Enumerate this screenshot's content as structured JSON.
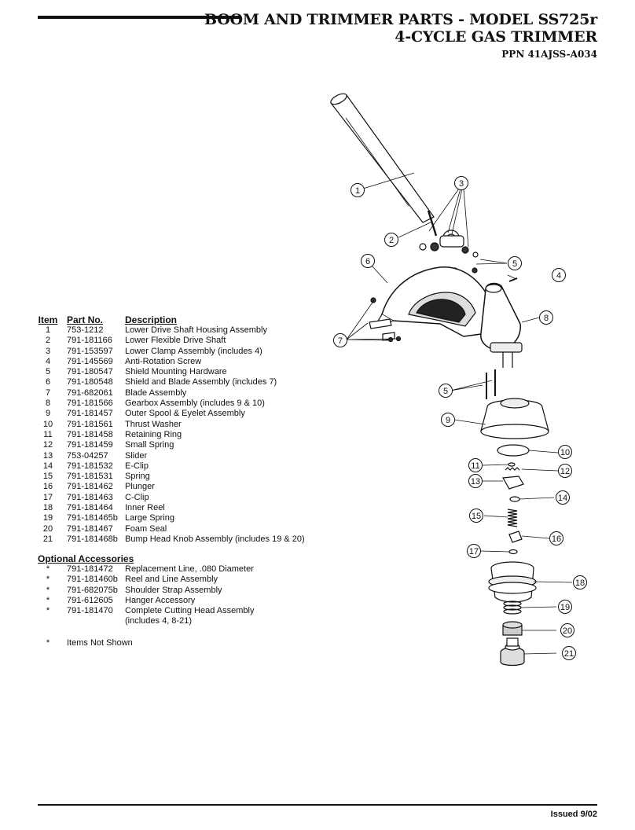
{
  "header": {
    "title_line1": "BOOM AND TRIMMER PARTS - MODEL SS725r",
    "title_line2": "4-CYCLE GAS TRIMMER",
    "ppn": "PPN  41AJSS-A034"
  },
  "parts_table": {
    "col_item": "Item",
    "col_part": "Part No.",
    "col_desc": "Description",
    "rows": [
      {
        "item": "1",
        "part": "753-1212",
        "desc": "Lower Drive Shaft Housing Assembly"
      },
      {
        "item": "2",
        "part": "791-181166",
        "desc": "Lower Flexible Drive Shaft"
      },
      {
        "item": "3",
        "part": "791-153597",
        "desc": "Lower Clamp Assembly (includes 4)"
      },
      {
        "item": "4",
        "part": "791-145569",
        "desc": "Anti-Rotation Screw"
      },
      {
        "item": "5",
        "part": "791-180547",
        "desc": "Shield Mounting Hardware"
      },
      {
        "item": "6",
        "part": "791-180548",
        "desc": "Shield and Blade Assembly (includes 7)"
      },
      {
        "item": "7",
        "part": "791-682061",
        "desc": "Blade Assembly"
      },
      {
        "item": "8",
        "part": "791-181566",
        "desc": "Gearbox Assembly (includes 9 & 10)"
      },
      {
        "item": "9",
        "part": "791-181457",
        "desc": "Outer Spool & Eyelet Assembly"
      },
      {
        "item": "10",
        "part": "791-181561",
        "desc": "Thrust Washer"
      },
      {
        "item": "11",
        "part": "791-181458",
        "desc": "Retaining Ring"
      },
      {
        "item": "12",
        "part": "791-181459",
        "desc": "Small Spring"
      },
      {
        "item": "13",
        "part": "753-04257",
        "desc": "Slider"
      },
      {
        "item": "14",
        "part": "791-181532",
        "desc": "E-Clip"
      },
      {
        "item": "15",
        "part": "791-181531",
        "desc": "Spring"
      },
      {
        "item": "16",
        "part": "791-181462",
        "desc": "Plunger"
      },
      {
        "item": "17",
        "part": "791-181463",
        "desc": "C-Clip"
      },
      {
        "item": "18",
        "part": "791-181464",
        "desc": "Inner Reel"
      },
      {
        "item": "19",
        "part": "791-181465b",
        "desc": "Large Spring"
      },
      {
        "item": "20",
        "part": "791-181467",
        "desc": "Foam Seal"
      },
      {
        "item": "21",
        "part": "791-181468b",
        "desc": "Bump Head Knob Assembly (includes 19 & 20)"
      }
    ]
  },
  "accessories": {
    "heading": "Optional Accessories",
    "rows": [
      {
        "mark": "*",
        "part": "791-181472",
        "desc": "Replacement Line, .080 Diameter"
      },
      {
        "mark": "*",
        "part": "791-181460b",
        "desc": "Reel and Line Assembly"
      },
      {
        "mark": "*",
        "part": "791-682075b",
        "desc": "Shoulder Strap Assembly"
      },
      {
        "mark": "*",
        "part": "791-612605",
        "desc": "Hanger Accessory"
      },
      {
        "mark": "*",
        "part": "791-181470",
        "desc": "Complete Cutting Head Assembly"
      },
      {
        "mark": "",
        "part": "",
        "desc": "(includes 4, 8-21)"
      }
    ]
  },
  "note": {
    "mark": "*",
    "text": "Items Not Shown"
  },
  "footer": {
    "issued": "Issued 9/02"
  },
  "callouts": [
    "1",
    "2",
    "3",
    "4",
    "5",
    "6",
    "7",
    "8",
    "5",
    "9",
    "10",
    "11",
    "12",
    "13",
    "14",
    "15",
    "16",
    "17",
    "18",
    "19",
    "20",
    "21"
  ]
}
